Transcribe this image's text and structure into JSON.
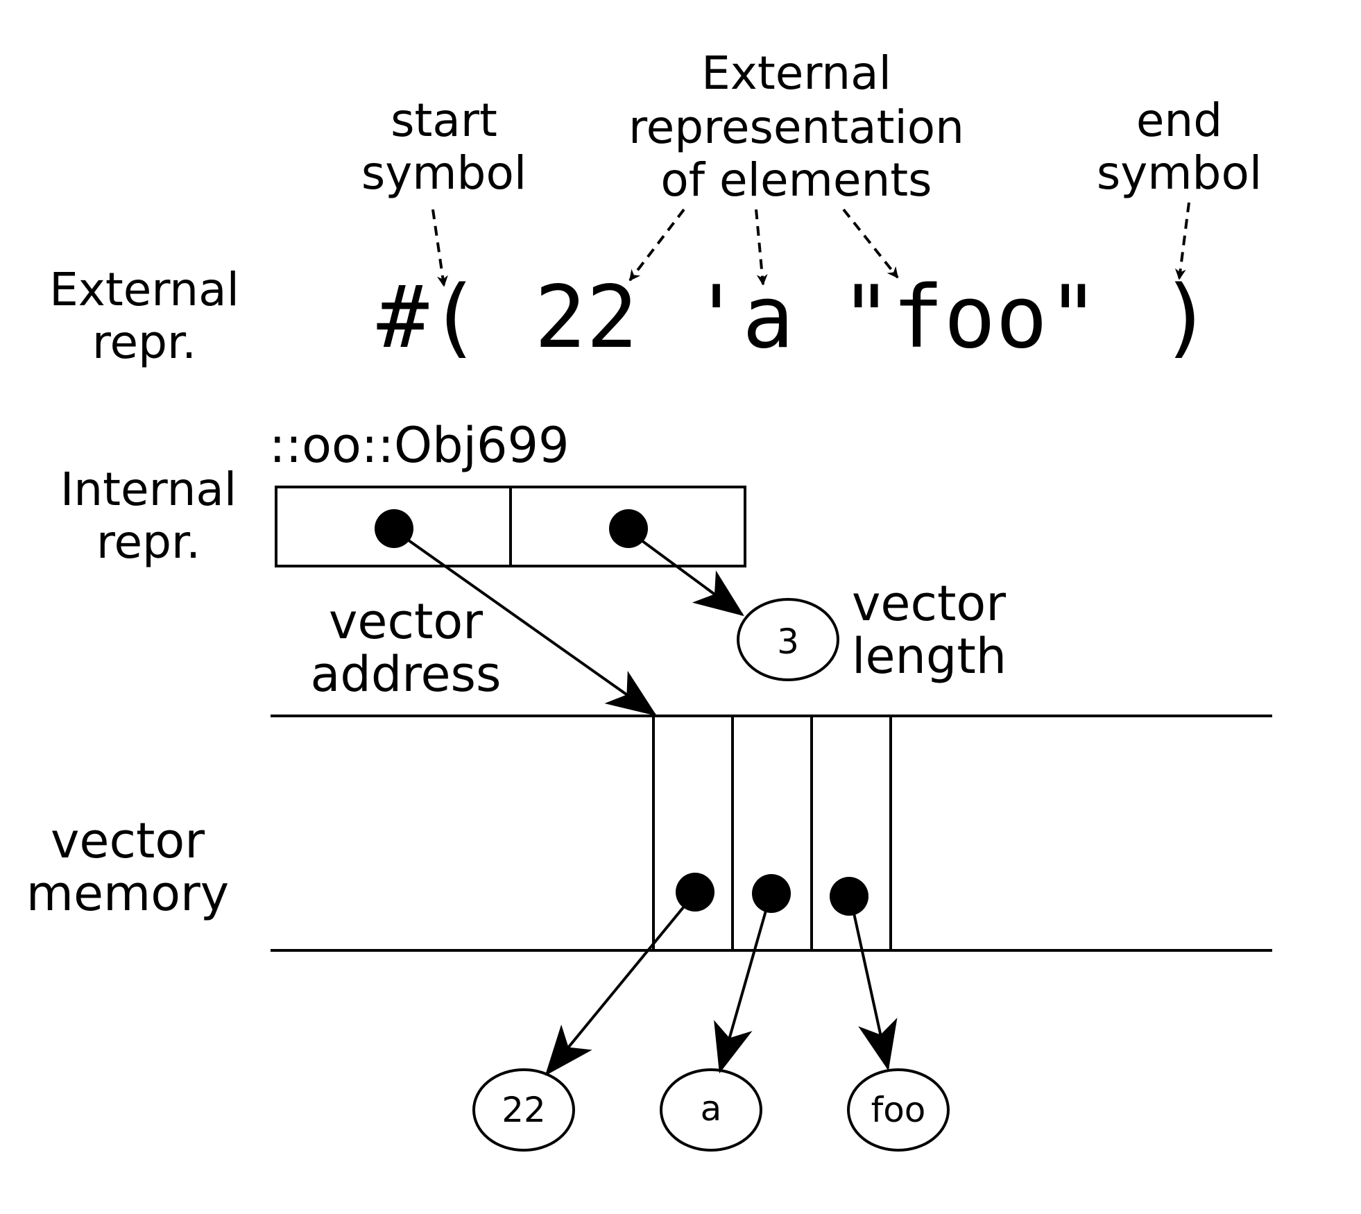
{
  "labels": {
    "start_symbol": [
      "start",
      "symbol"
    ],
    "external_elements": [
      "External",
      "representation",
      "of elements"
    ],
    "end_symbol": [
      "end",
      "symbol"
    ],
    "external_repr": [
      "External",
      "repr."
    ],
    "internal_repr": [
      "Internal",
      "repr."
    ],
    "object_name": "::oo::Obj699",
    "vector_address": [
      "vector",
      "address"
    ],
    "vector_length": [
      "vector",
      "length"
    ],
    "vector_memory": [
      "vector",
      "memory"
    ]
  },
  "external_tokens": {
    "start": "#(",
    "elem_22": "22",
    "elem_a": "'a",
    "elem_foo": "\"foo\"",
    "end": ")"
  },
  "nodes": {
    "length": "3",
    "elem_22": "22",
    "elem_a": "a",
    "elem_foo": "foo"
  },
  "colors": {
    "ink": "#000000",
    "background": "#ffffff"
  }
}
